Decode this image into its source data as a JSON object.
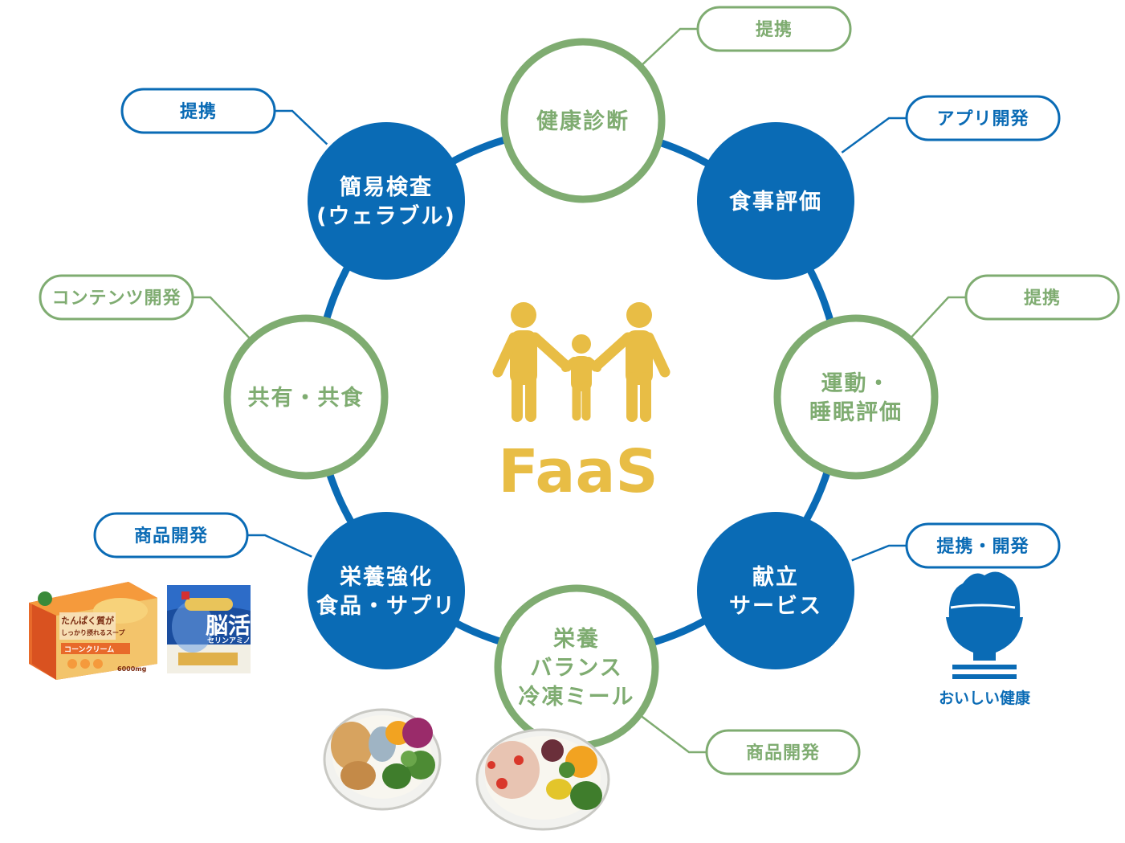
{
  "colors": {
    "blue": "#0a6bb5",
    "green": "#7fac71",
    "gold": "#e8bd45",
    "white": "#ffffff"
  },
  "center": {
    "brand": "FaaS",
    "icon": "family-icon"
  },
  "nodes": [
    {
      "id": "kenko-shindan",
      "lines": [
        "健康診断"
      ],
      "style": "outline"
    },
    {
      "id": "shokuji-hyoka",
      "lines": [
        "食事評価"
      ],
      "style": "filled"
    },
    {
      "id": "undo-suimin-hyoka",
      "lines": [
        "運動・",
        "睡眠評価"
      ],
      "style": "outline"
    },
    {
      "id": "kondate-service",
      "lines": [
        "献立",
        "サービス"
      ],
      "style": "filled"
    },
    {
      "id": "eiyo-balance-meal",
      "lines": [
        "栄養",
        "バランス",
        "冷凍ミール"
      ],
      "style": "outline"
    },
    {
      "id": "eiyo-kyoka-shokuhin",
      "lines": [
        "栄養強化",
        "食品・サプリ"
      ],
      "style": "filled"
    },
    {
      "id": "kyoyu-kyoshoku",
      "lines": [
        "共有・共食"
      ],
      "style": "outline"
    },
    {
      "id": "kani-kensa",
      "lines": [
        "簡易検査",
        "(ウェラブル)"
      ],
      "style": "filled"
    }
  ],
  "relations": [
    {
      "id": "kenko-shindan",
      "label": "提携",
      "style": "green"
    },
    {
      "id": "shokuji-hyoka",
      "label": "アプリ開発",
      "style": "blue"
    },
    {
      "id": "undo-suimin-hyoka",
      "label": "提携",
      "style": "green"
    },
    {
      "id": "kondate-service",
      "label": "提携・開発",
      "style": "blue"
    },
    {
      "id": "eiyo-balance-meal",
      "label": "商品開発",
      "style": "green"
    },
    {
      "id": "eiyo-kyoka-shokuhin",
      "label": "商品開発",
      "style": "blue"
    },
    {
      "id": "kyoyu-kyoshoku",
      "label": "コンテンツ開発",
      "style": "green"
    },
    {
      "id": "kani-kensa",
      "label": "提携",
      "style": "blue"
    }
  ],
  "oishii_kenko": {
    "caption": "おいしい健康",
    "icon": "rice-bowl-icon"
  },
  "products": {
    "soup_box": {
      "line1": "たんぱく質が",
      "line2": "しっかり摂れるスープ",
      "flavor": "コーンクリーム",
      "amount": "6000mg"
    },
    "supplement_box": {
      "name": "脳活",
      "sub": "セリンアミノ"
    }
  },
  "meal_trays": [
    "meal-tray-1",
    "meal-tray-2"
  ]
}
